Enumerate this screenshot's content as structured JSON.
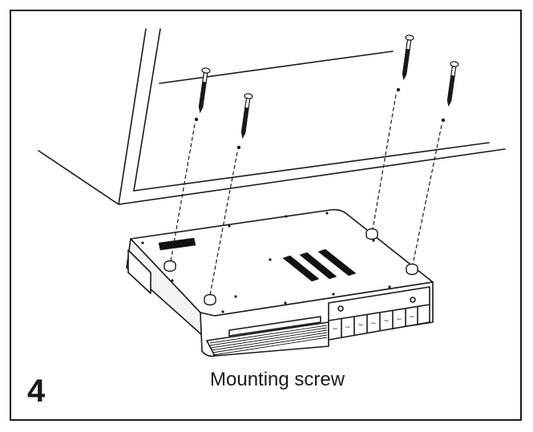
{
  "step": {
    "number": "4"
  },
  "caption": {
    "text": "Mounting screw"
  },
  "colors": {
    "line": "#1a1a1a",
    "fill": "#ffffff",
    "shade": "#d9d9d9",
    "dark": "#111111"
  },
  "icons": [
    "screw-icon",
    "cabinet-outline",
    "device-body"
  ]
}
